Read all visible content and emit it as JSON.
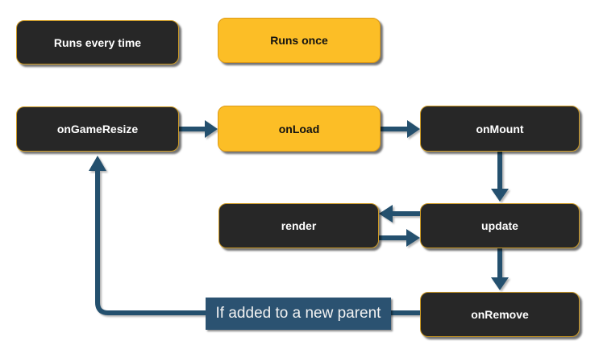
{
  "diagram": {
    "type": "flowchart",
    "legend": [
      {
        "label": "Runs every time",
        "variant": "dark"
      },
      {
        "label": "Runs once",
        "variant": "yellow"
      }
    ],
    "nodes": [
      {
        "label": "onGameResize",
        "variant": "dark"
      },
      {
        "label": "onLoad",
        "variant": "yellow"
      },
      {
        "label": "onMount",
        "variant": "dark"
      },
      {
        "label": "render",
        "variant": "dark"
      },
      {
        "label": "update",
        "variant": "dark"
      },
      {
        "label": "onRemove",
        "variant": "dark"
      }
    ],
    "edges": [
      {
        "from": "onGameResize",
        "to": "onLoad"
      },
      {
        "from": "onLoad",
        "to": "onMount"
      },
      {
        "from": "onMount",
        "to": "update"
      },
      {
        "from": "update",
        "to": "render"
      },
      {
        "from": "render",
        "to": "update"
      },
      {
        "from": "update",
        "to": "onRemove"
      },
      {
        "from": "onRemove",
        "to": "onGameResize",
        "label": "If added to a new parent"
      }
    ],
    "edge_label": "If added to a new parent",
    "colors": {
      "node_dark_fill": "#272727",
      "node_yellow_fill": "#FCBE26",
      "node_border_gold": "#CE9B25",
      "arrow": "#24506E",
      "edge_label_bg": "#2B5271",
      "edge_label_text": "#F2F2F2",
      "text_on_dark": "#FFFFFF",
      "text_on_yellow": "#111111",
      "background": "#FFFFFF"
    }
  }
}
